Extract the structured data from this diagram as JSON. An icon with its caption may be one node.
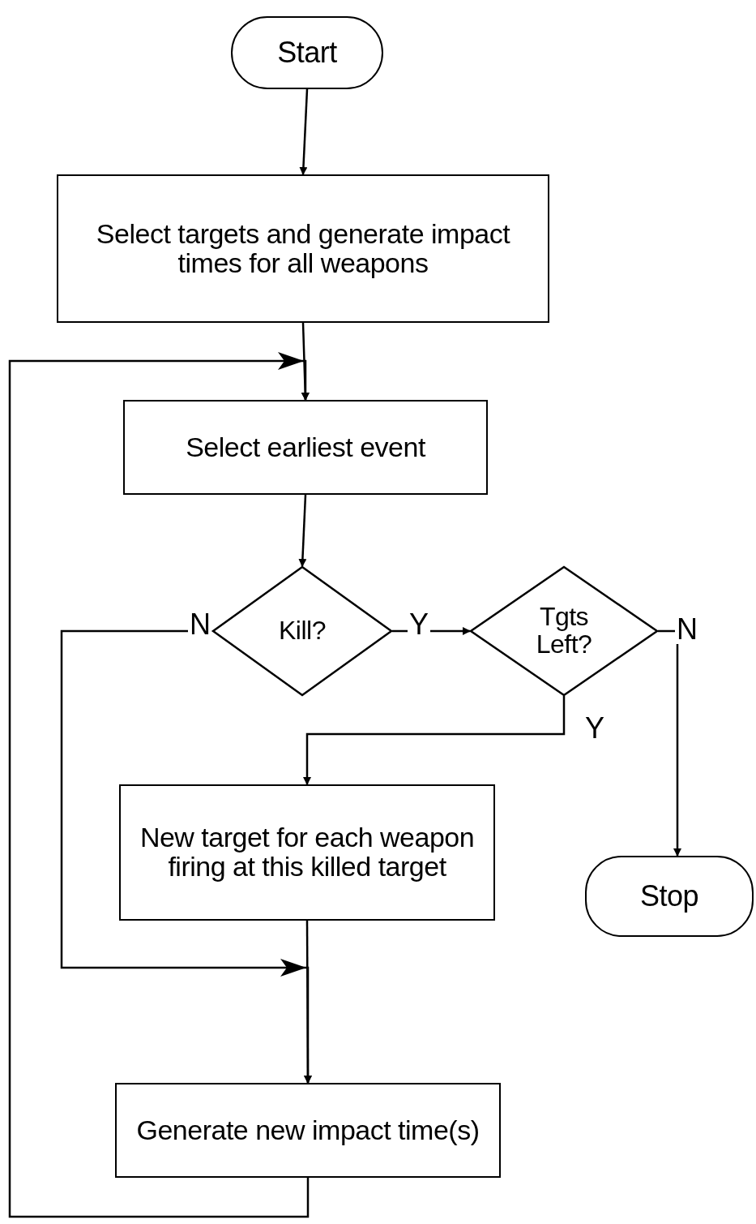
{
  "diagram": {
    "nodes": [
      {
        "text": [
          "Start"
        ]
      },
      {
        "text": [
          "Select targets and generate impact times for all weapons"
        ]
      },
      {
        "text": [
          "Select earliest event"
        ]
      },
      {
        "text": [
          "Kill?"
        ]
      },
      {
        "text": [
          "Tgts Left?"
        ]
      },
      {
        "text": [
          "New target for each weapon firing at this killed target"
        ]
      },
      {
        "text": [
          "Stop"
        ]
      },
      {
        "text": [
          "Generate new impact time(s)"
        ]
      }
    ],
    "edges": [
      {
        "from": 0,
        "to": 1,
        "arrow": "to"
      },
      {
        "from": 1,
        "to": 2,
        "arrow": "to"
      },
      {
        "from": 7,
        "to": 2,
        "arrow": "to"
      },
      {
        "from": 2,
        "to": 3,
        "arrow": "to"
      },
      {
        "from": 3,
        "to": 4,
        "arrow": "to",
        "label": "Y"
      },
      {
        "from": 4,
        "to": 6,
        "arrow": "to",
        "label": "N"
      },
      {
        "from": 4,
        "to": 5,
        "arrow": "to",
        "label": "Y"
      },
      {
        "from": 3,
        "to": 7,
        "arrow": "to",
        "label": "N"
      },
      {
        "from": 5,
        "to": 7,
        "arrow": "to"
      }
    ]
  }
}
